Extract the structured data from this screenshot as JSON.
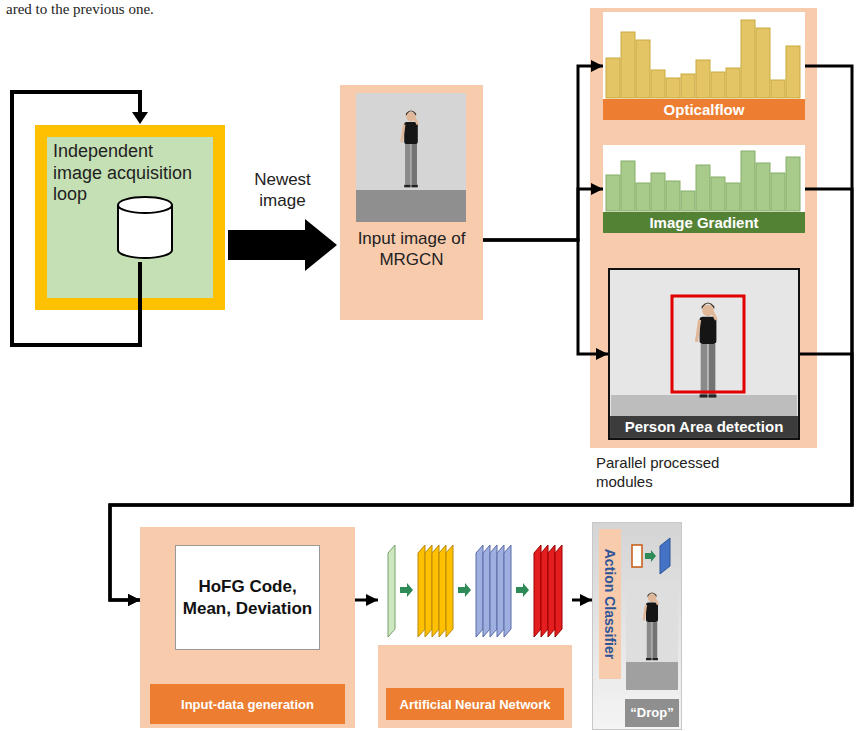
{
  "diagram": {
    "nodes": [
      {
        "text": [
          "Independent image acquisition loop"
        ]
      },
      {
        "text": [
          "Input image of MRGCN"
        ]
      },
      {
        "text": [
          "Parallel processed modules"
        ]
      },
      {
        "text": [
          "Opticalflow"
        ],
        "in": 2
      },
      {
        "text": [
          "Image Gradient"
        ],
        "in": 2
      },
      {
        "text": [
          "Person Area detection"
        ],
        "in": 2
      },
      {
        "text": [
          "Input-data generation"
        ]
      },
      {
        "text": [
          "HoFG Code, Mean, Deviation"
        ],
        "in": 6
      },
      {
        "text": [
          "Artificial Neural Network"
        ]
      },
      {
        "text": [
          "Action Classifier",
          "“Drop”"
        ]
      }
    ],
    "edges": [
      {
        "from": 0,
        "to": 1,
        "label": "Newest image",
        "arrow": "to"
      },
      {
        "from": 1,
        "to": 3,
        "arrow": "to"
      },
      {
        "from": 1,
        "to": 4,
        "arrow": "to"
      },
      {
        "from": 1,
        "to": 5,
        "arrow": "to"
      },
      {
        "from": 3,
        "to": 6,
        "arrow": "to"
      },
      {
        "from": 4,
        "to": 6,
        "arrow": "to"
      },
      {
        "from": 5,
        "to": 6,
        "arrow": "to"
      },
      {
        "from": 6,
        "to": 8,
        "arrow": "to"
      },
      {
        "from": 8,
        "to": 9,
        "arrow": "to"
      }
    ],
    "labels": [
      "ared to the previous one."
    ]
  }
}
